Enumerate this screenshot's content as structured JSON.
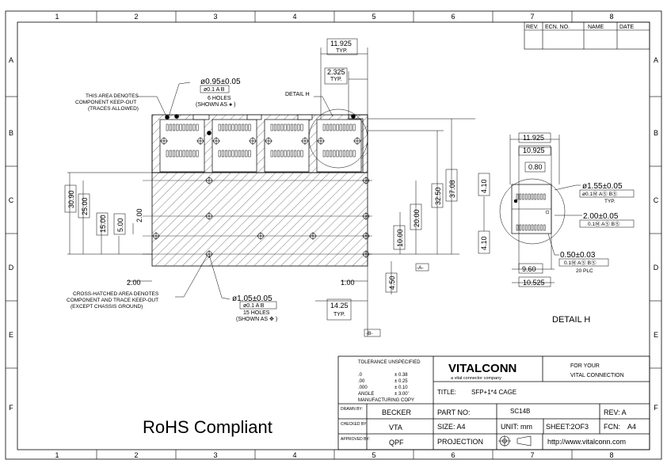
{
  "grid": {
    "columns": [
      "1",
      "2",
      "3",
      "4",
      "5",
      "6",
      "7",
      "8"
    ],
    "rows": [
      "A",
      "B",
      "C",
      "D",
      "E",
      "F"
    ]
  },
  "revision_block": {
    "rev": "REV.",
    "ecn": "ECN. NO.",
    "name": "NAME",
    "date": "DATE"
  },
  "notes": {
    "keepout_area": [
      "THIS AREA DENOTES",
      "COMPONENT KEEP-OUT",
      "(TRACES ALLOWED)"
    ],
    "crosshatch_area": [
      "CROSS-HATCHED AREA DENOTES",
      "COMPONENT AND TRACE KEEP-OUT",
      "(EXCEPT CHASSIS GROUND)"
    ],
    "hole_small": {
      "dia": "ø0.95±0.05",
      "frame": "ø0.1 A B",
      "count": "6 HOLES",
      "shown": "(SHOWN AS ● )"
    },
    "hole_large": {
      "dia": "ø1.05±0.05",
      "frame": "ø0.1 A B",
      "count": "15 HOLES",
      "shown": "(SHOWN AS ✥ )"
    },
    "detail_ref": "DETAIL  H",
    "detail_title": "DETAIL  H"
  },
  "dimensions": {
    "top_11925": "11.925",
    "top_typ1": "TYP.",
    "top_2325": "2.325",
    "top_typ2": "TYP.",
    "v_30_90": "30.90",
    "v_25_00": "25.00",
    "v_15_00": "15.00",
    "v_5_00": "5.00",
    "v_2_00": "2.00",
    "v_37_08": "37.08",
    "v_32_50": "32.50",
    "v_20_00": "20.00",
    "v_10_00": "10.00",
    "v_4_50": "4.50",
    "h_2_00": "2.00",
    "h_1_00": "1.00",
    "h_14_25": "14.25",
    "h_typ": "TYP.",
    "datum_a": "-A-",
    "datum_b": "-B-"
  },
  "detail_dims": {
    "d_11925": "11.925",
    "d_10925": "10.925",
    "d_0_80": "0.80",
    "d_4_10a": "4.10",
    "d_4_10b": "4.10",
    "hole155": "ø1.55±0.05",
    "hole155_frame": "ø0.1Ⓜ AⓈ BⓈ",
    "hole155_typ": "TYP.",
    "d_2_00": "2.00±0.05",
    "d_2_00_frame": "0.1Ⓜ AⓈ BⓈ",
    "d_0_50": "0.50±0.03",
    "d_0_50_frame": "0.1Ⓜ AⓈ BⓈ",
    "d_20plc": "20 PLC",
    "d_9_60": "9.60",
    "d_10_525": "10.525"
  },
  "title_block": {
    "tolerance_title": "TOLERANCE UNSPECIFIED",
    "tolerances": [
      {
        "k": ".0",
        "v": "± 0.38"
      },
      {
        "k": ".00",
        "v": "± 0.25"
      },
      {
        "k": ".000",
        "v": "± 0.10"
      },
      {
        "k": "ANGLE",
        "v": "± 3.00'"
      }
    ],
    "manufacturing_copy": "MANUFACTURING  COPY",
    "company": "VITALCONN",
    "tagline": "a vital connector company",
    "slogan1": "FOR YOUR",
    "slogan2": "VITAL CONNECTION",
    "title_label": "TITLE:",
    "title_value": "SFP+1*4  CAGE",
    "drawn_label": "DRAWN BY:",
    "drawn_value": "BECKER",
    "checked_label": "CHECKED BY:",
    "checked_value": "VTA",
    "approved_label": "APPROVED BY:",
    "approved_value": "QPF",
    "part_label": "PART NO:",
    "part_value": "SC14B",
    "rev": "REV: A",
    "size": "SIZE: A4",
    "unit": "UNIT: mm",
    "sheet": "SHEET:2OF3",
    "fcn_label": "FCN:",
    "fcn_value": "A4",
    "projection": "PROJECTION",
    "url": "http://www.vitalconn.com"
  },
  "rohs": "RoHS Compliant"
}
